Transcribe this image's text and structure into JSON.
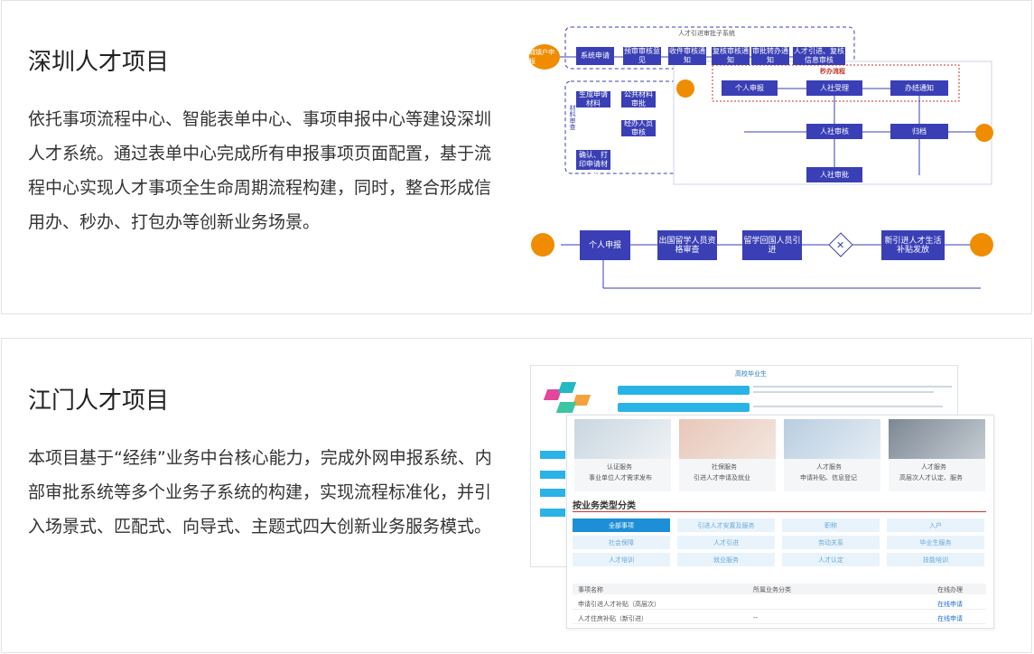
{
  "projects": [
    {
      "title": "深圳人才项目",
      "description": "依托事项流程中心、智能表单中心、事项申报中心等建设深圳人才系统。通过表单中心完成所有申报事项页面配置，基于流程中心实现人才事项全生命周期流程构建，同时，整合形成信用办、秒办、打包办等创新业务场景。",
      "diagram": {
        "start_label": "城镇户申报",
        "top_group_title": "人才引进审批子系统",
        "top_nodes": [
          "系统申请",
          "预审审核意见",
          "收件审核通知",
          "复核审核通知",
          "审批转办通知",
          "人才引进、复核信息审核"
        ],
        "left_nodes": [
          "生成申请材料",
          "公共材料审批",
          "经办人员审核",
          "审查材料确认、打印申请材料"
        ],
        "left_side_label": "材料审查",
        "fast_title": "秒办流程",
        "fast_nodes": [
          "个人申报",
          "人社受理",
          "办结通知"
        ],
        "mid_nodes": [
          "人社审核",
          "归档",
          "人社审批"
        ],
        "bottom_nodes": [
          "个人申报",
          "出国留学人员资格审查",
          "留学回国人员引进",
          "新引进人才生活补贴发放"
        ]
      }
    },
    {
      "title": "江门人才项目",
      "description": "本项目基于“经纬”业务中台核心能力，完成外网申报系统、内部审批系统等多个业务子系统的构建，实现流程标准化，并引入场景式、匹配式、向导式、主题式四大创新业务服务模式。",
      "screenshot": {
        "back_header": "高校毕业生",
        "section_title": "按业务类型分类",
        "cards": [
          {
            "title": "认证服务",
            "sub": "事业单位人才需求发布"
          },
          {
            "title": "社保服务",
            "sub": "引进人才申请及就业"
          },
          {
            "title": "人才服务",
            "sub": "申请补贴、信息登记"
          },
          {
            "title": "人才服务",
            "sub": "高层次人才认定、服务"
          }
        ],
        "categories": [
          "全部事项",
          "引进人才安置及服务",
          "职称",
          "入户",
          "社会保障",
          "人才引进",
          "劳动关系",
          "毕业生服务",
          "人才培训",
          "就业服务",
          "人才认定",
          "技能培训"
        ],
        "table_headers": [
          "事项名称",
          "所属业务分类",
          "在线办理"
        ],
        "table_rows": [
          [
            "申请引进人才补贴（高层次）",
            "",
            "在线申请"
          ],
          [
            "人才住房补贴（新引进）",
            "--",
            "在线申请"
          ]
        ]
      }
    }
  ],
  "colors": {
    "node": "#3a3fb5",
    "accent": "#f08c00",
    "link": "#1d6fd0"
  }
}
